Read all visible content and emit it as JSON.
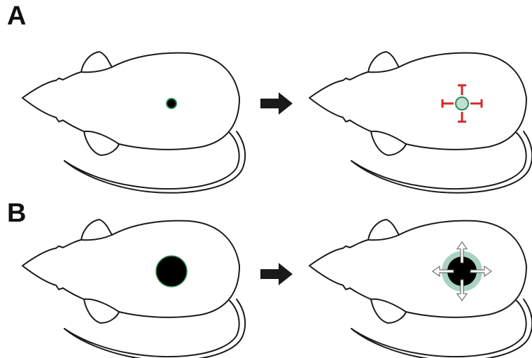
{
  "panels": [
    {
      "label": "A",
      "before": {
        "lesion": "small-dark-lesion"
      },
      "after": {
        "lesion": "contained-lesion-with-inward-arrows"
      }
    },
    {
      "label": "B",
      "before": {
        "lesion": "large-dark-lesion"
      },
      "after": {
        "lesion": "expanding-lesion-with-outward-arrows"
      }
    }
  ],
  "colors": {
    "outline": "#1a1a1a",
    "lesion_fill": "#000000",
    "lesion_rim": "#2e8b57",
    "halo": "#a9d3c0",
    "inward_arrows": "#d62828",
    "outward_arrows": "#ffffff",
    "transition_arrow": "#1a1a1a"
  }
}
